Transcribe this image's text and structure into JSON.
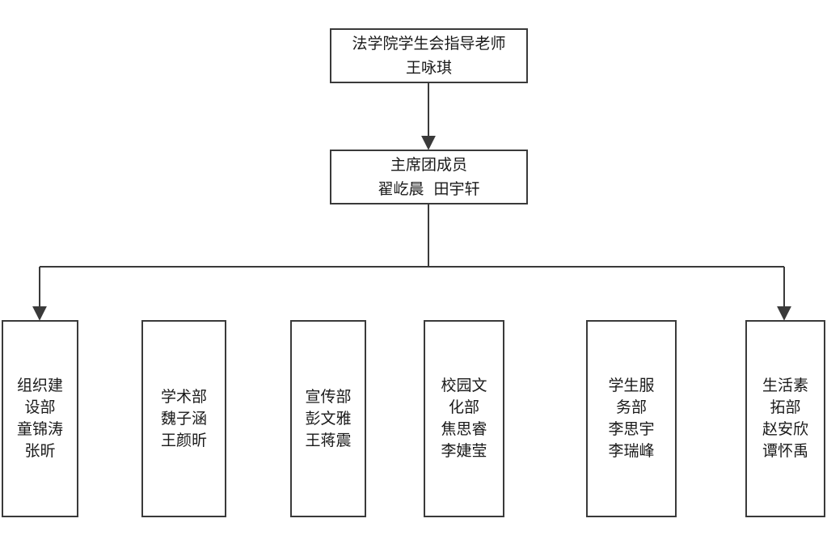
{
  "advisor": {
    "title": "法学院学生会指导老师",
    "name": "王咏琪"
  },
  "presidium": {
    "title": "主席团成员",
    "members": [
      "翟屹晨",
      "田宇轩"
    ]
  },
  "departments": [
    {
      "lines": [
        "组织建",
        "设部",
        "童锦涛",
        "张昕"
      ]
    },
    {
      "lines": [
        "学术部",
        "魏子涵",
        "王颜昕"
      ]
    },
    {
      "lines": [
        "宣传部",
        "彭文雅",
        "王蒋震"
      ]
    },
    {
      "lines": [
        "校园文",
        "化部",
        "焦思睿",
        "李婕莹"
      ]
    },
    {
      "lines": [
        "学生服",
        "务部",
        "李思宇",
        "李瑞峰"
      ]
    },
    {
      "lines": [
        "生活素",
        "拓部",
        "赵安欣",
        "谭怀禹"
      ]
    }
  ],
  "colors": {
    "stroke": "#3a3a3a"
  }
}
